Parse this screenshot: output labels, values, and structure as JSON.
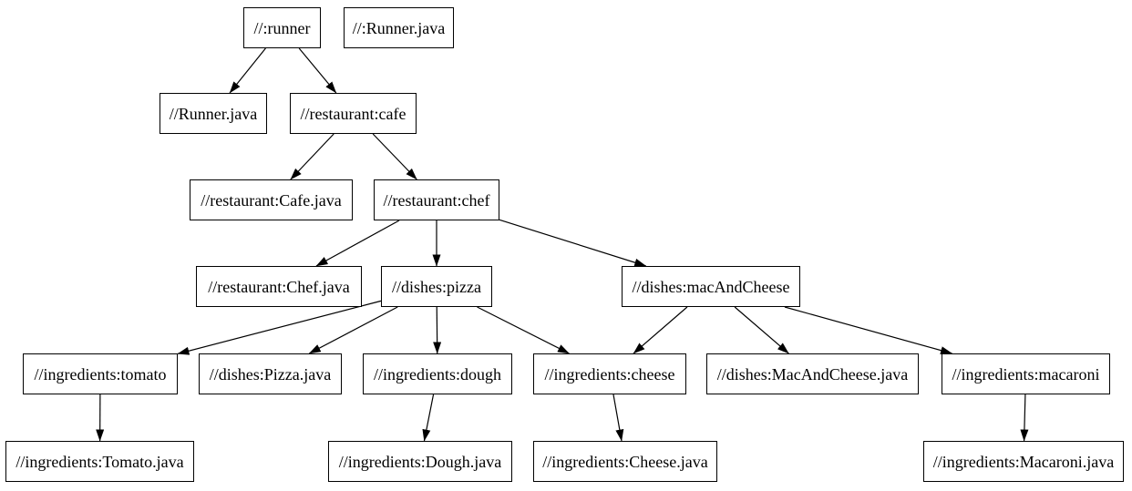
{
  "diagram": {
    "kind": "dependency-graph",
    "colors": {
      "background": "#ffffff",
      "node_fill": "#ffffff",
      "node_border": "#000000",
      "text": "#000000",
      "edge": "#000000"
    },
    "nodes": [
      {
        "id": "runner",
        "label": "//:runner"
      },
      {
        "id": "runner-java-label",
        "label": "//:Runner.java"
      },
      {
        "id": "runner-java-file",
        "label": "//Runner.java"
      },
      {
        "id": "cafe",
        "label": "//restaurant:cafe"
      },
      {
        "id": "cafe-java",
        "label": "//restaurant:Cafe.java"
      },
      {
        "id": "chef",
        "label": "//restaurant:chef"
      },
      {
        "id": "chef-java",
        "label": "//restaurant:Chef.java"
      },
      {
        "id": "pizza",
        "label": "//dishes:pizza"
      },
      {
        "id": "mac-and-cheese",
        "label": "//dishes:macAndCheese"
      },
      {
        "id": "tomato",
        "label": "//ingredients:tomato"
      },
      {
        "id": "pizza-java",
        "label": "//dishes:Pizza.java"
      },
      {
        "id": "dough",
        "label": "//ingredients:dough"
      },
      {
        "id": "cheese",
        "label": "//ingredients:cheese"
      },
      {
        "id": "mac-and-cheese-java",
        "label": "//dishes:MacAndCheese.java"
      },
      {
        "id": "macaroni",
        "label": "//ingredients:macaroni"
      },
      {
        "id": "tomato-java",
        "label": "//ingredients:Tomato.java"
      },
      {
        "id": "dough-java",
        "label": "//ingredients:Dough.java"
      },
      {
        "id": "cheese-java",
        "label": "//ingredients:Cheese.java"
      },
      {
        "id": "macaroni-java",
        "label": "//ingredients:Macaroni.java"
      }
    ],
    "edges": [
      {
        "from": "runner",
        "to": "runner-java-file"
      },
      {
        "from": "runner",
        "to": "cafe"
      },
      {
        "from": "cafe",
        "to": "cafe-java"
      },
      {
        "from": "cafe",
        "to": "chef"
      },
      {
        "from": "chef",
        "to": "chef-java"
      },
      {
        "from": "chef",
        "to": "pizza"
      },
      {
        "from": "chef",
        "to": "mac-and-cheese"
      },
      {
        "from": "pizza",
        "to": "tomato"
      },
      {
        "from": "pizza",
        "to": "pizza-java"
      },
      {
        "from": "pizza",
        "to": "dough"
      },
      {
        "from": "pizza",
        "to": "cheese"
      },
      {
        "from": "mac-and-cheese",
        "to": "cheese"
      },
      {
        "from": "mac-and-cheese",
        "to": "mac-and-cheese-java"
      },
      {
        "from": "mac-and-cheese",
        "to": "macaroni"
      },
      {
        "from": "tomato",
        "to": "tomato-java"
      },
      {
        "from": "dough",
        "to": "dough-java"
      },
      {
        "from": "cheese",
        "to": "cheese-java"
      },
      {
        "from": "macaroni",
        "to": "macaroni-java"
      }
    ]
  }
}
